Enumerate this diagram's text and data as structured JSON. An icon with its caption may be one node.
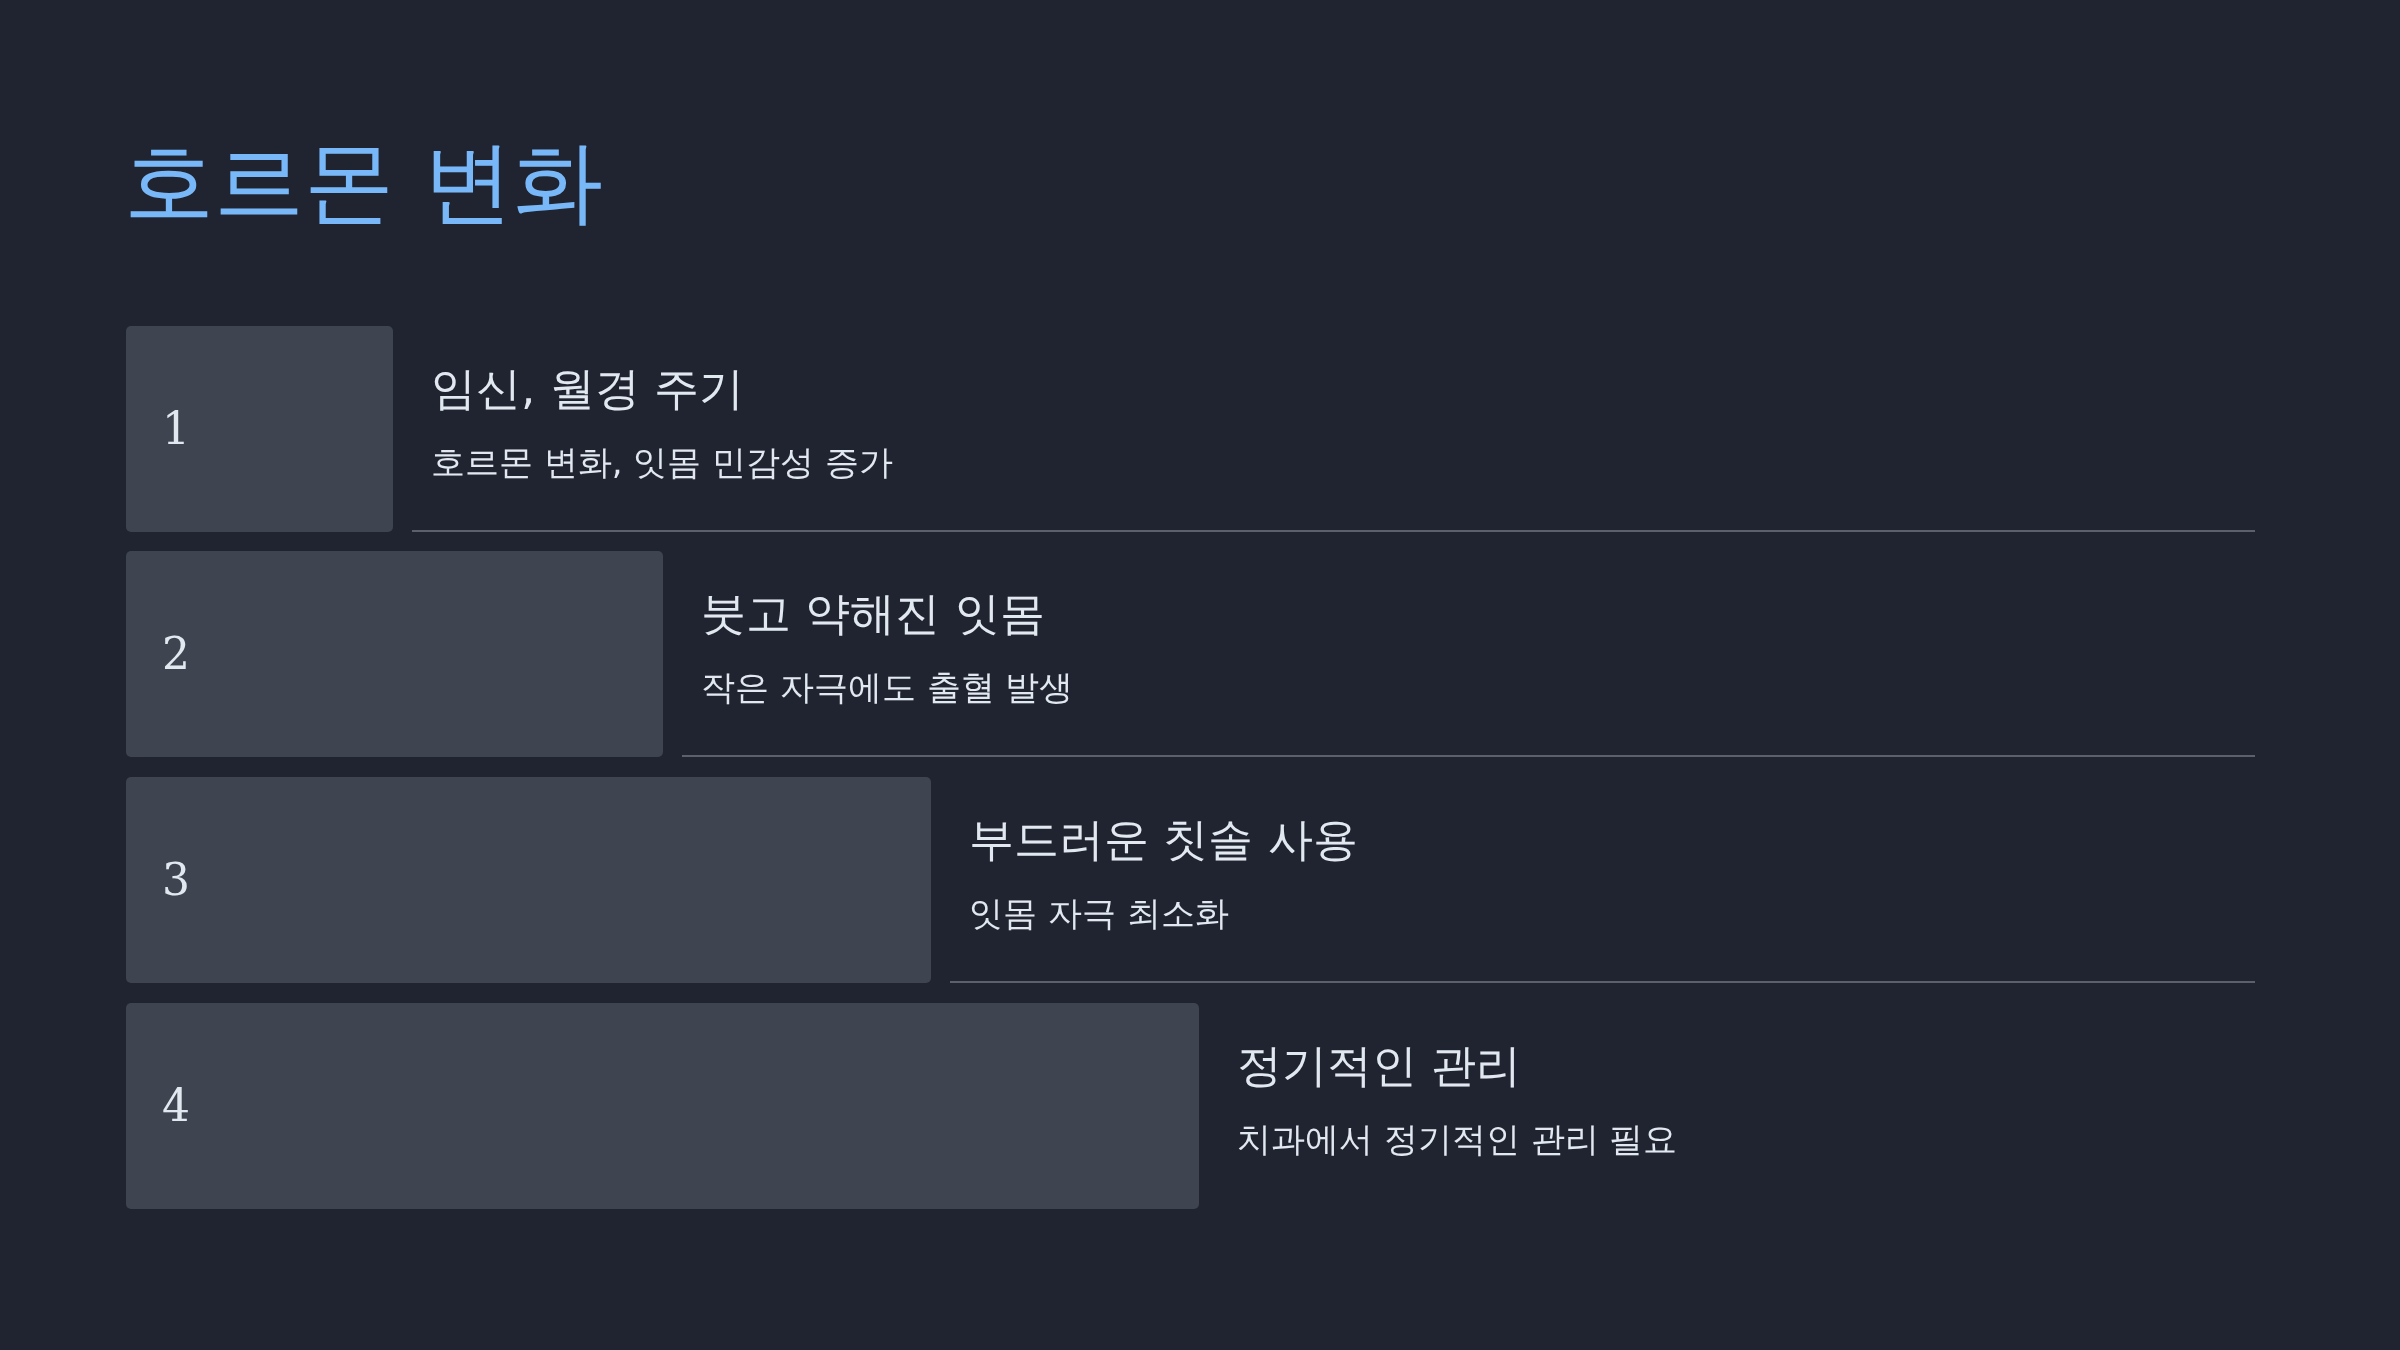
{
  "diagram": {
    "title": "호르몬 변화",
    "nodes": [
      {
        "text": [
          "1"
        ],
        "beside": [
          "임신, 월경 주기",
          "호르몬 변화, 잇몸 민감성 증가"
        ]
      },
      {
        "text": [
          "2"
        ],
        "beside": [
          "붓고 약해진 잇몸",
          "작은 자극에도 출혈 발생"
        ]
      },
      {
        "text": [
          "3"
        ],
        "beside": [
          "부드러운 칫솔 사용",
          "잇몸 자극 최소화"
        ]
      },
      {
        "text": [
          "4"
        ],
        "beside": [
          "정기적인 관리",
          "치과에서 정기적인 관리 필요"
        ]
      }
    ]
  }
}
